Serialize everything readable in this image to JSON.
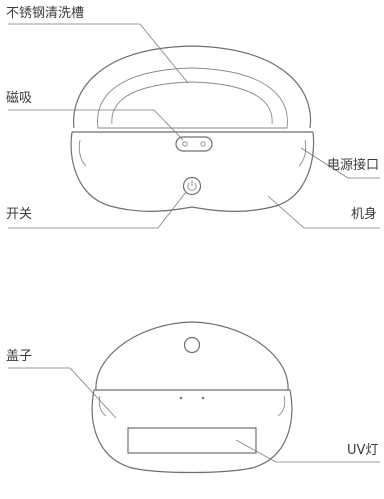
{
  "callouts": {
    "stainless_tank": "不锈钢清洗槽",
    "magnetic": "磁吸",
    "power_port": "电源接口",
    "power_switch": "开关",
    "body": "机身",
    "lid": "盖子",
    "uv_lamp": "UV灯"
  },
  "icons": {
    "power_button": "power-icon"
  }
}
